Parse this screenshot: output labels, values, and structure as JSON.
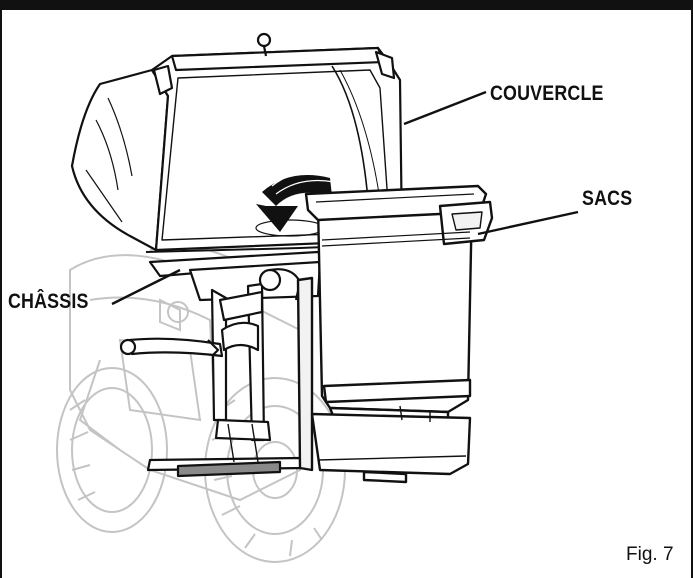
{
  "labels": {
    "lid": "COUVERCLE",
    "bags": "SACS",
    "frame": "CHÂSSIS"
  },
  "figure_number": "Fig. 7",
  "colors": {
    "ink": "#111111",
    "ghost": "#c4c4c4",
    "bag_fill": "#f2f2f2",
    "shade": "#8a8a8a"
  }
}
